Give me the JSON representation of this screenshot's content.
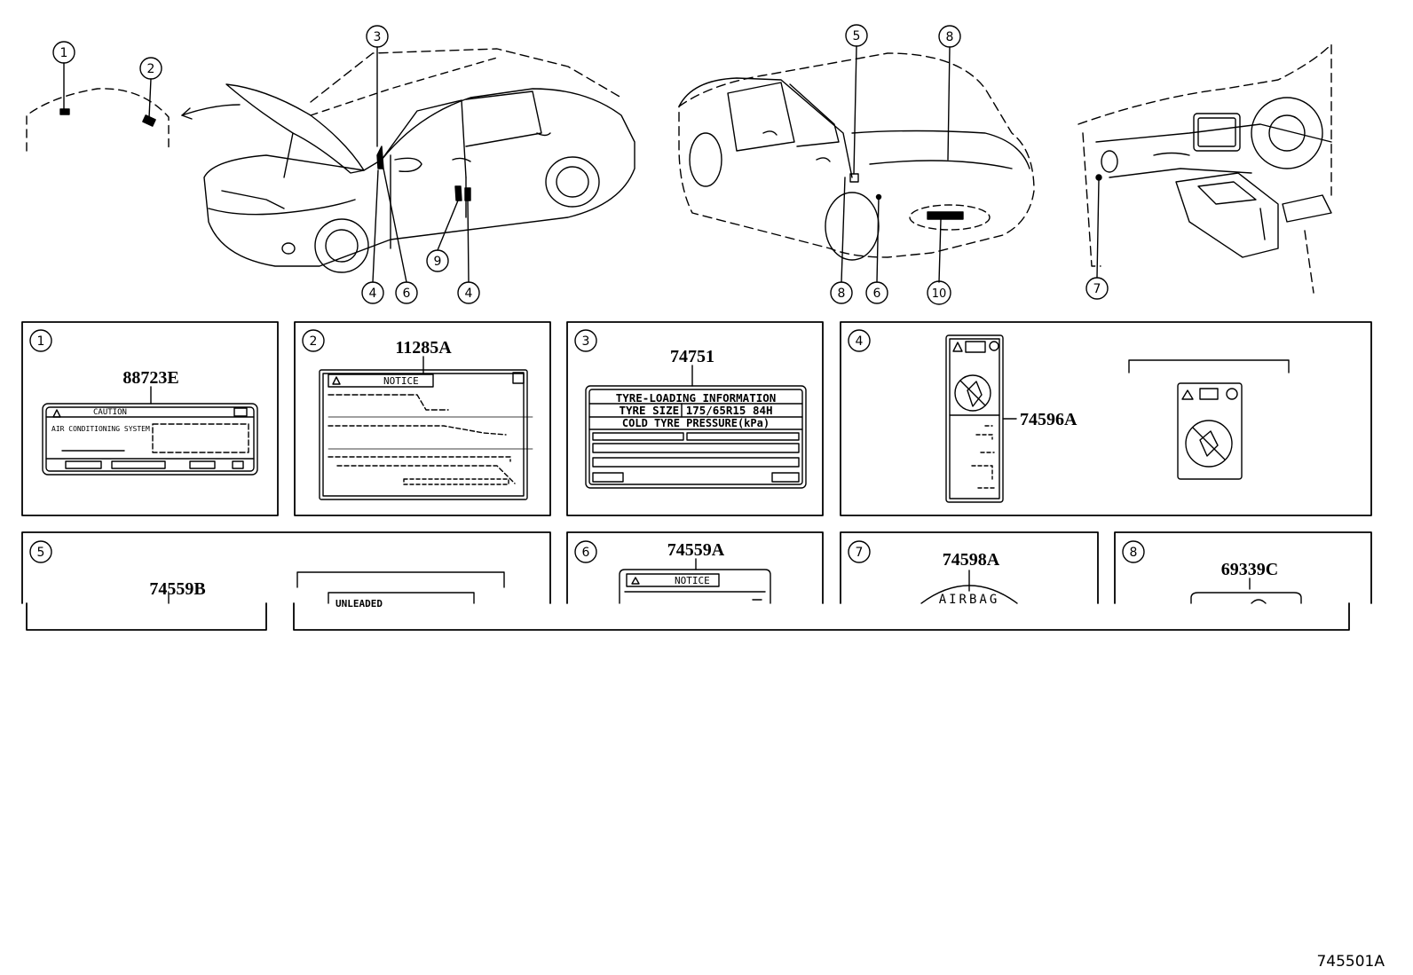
{
  "diagram_id": "745501A",
  "callouts": [
    {
      "num": "1"
    },
    {
      "num": "2"
    },
    {
      "num": "3"
    },
    {
      "num": "5"
    },
    {
      "num": "8"
    },
    {
      "num": "4"
    },
    {
      "num": "6"
    },
    {
      "num": "9"
    },
    {
      "num": "4"
    },
    {
      "num": "8"
    },
    {
      "num": "6"
    },
    {
      "num": "10"
    },
    {
      "num": "7"
    }
  ],
  "panels": [
    {
      "num": "1",
      "part": "88723E",
      "label_title": "CAUTION",
      "label_line": "AIR CONDITIONING SYSTEM"
    },
    {
      "num": "2",
      "part": "11285A",
      "label_title": "NOTICE"
    },
    {
      "num": "3",
      "part": "74751",
      "lines": [
        "TYRE-LOADING INFORMATION",
        "TYRE  SIZE  175/65R15 84H",
        "COLD TYRE PRESSURE(kPa)"
      ]
    },
    {
      "num": "4",
      "part": "74596A"
    },
    {
      "num": "5",
      "part": "74559B",
      "label_text": "UNLEADED"
    },
    {
      "num": "6",
      "part": "74559A",
      "label_title": "NOTICE"
    },
    {
      "num": "7",
      "part": "74598A",
      "label_text": "AIRBAG"
    },
    {
      "num": "8",
      "part": "69339C"
    }
  ]
}
